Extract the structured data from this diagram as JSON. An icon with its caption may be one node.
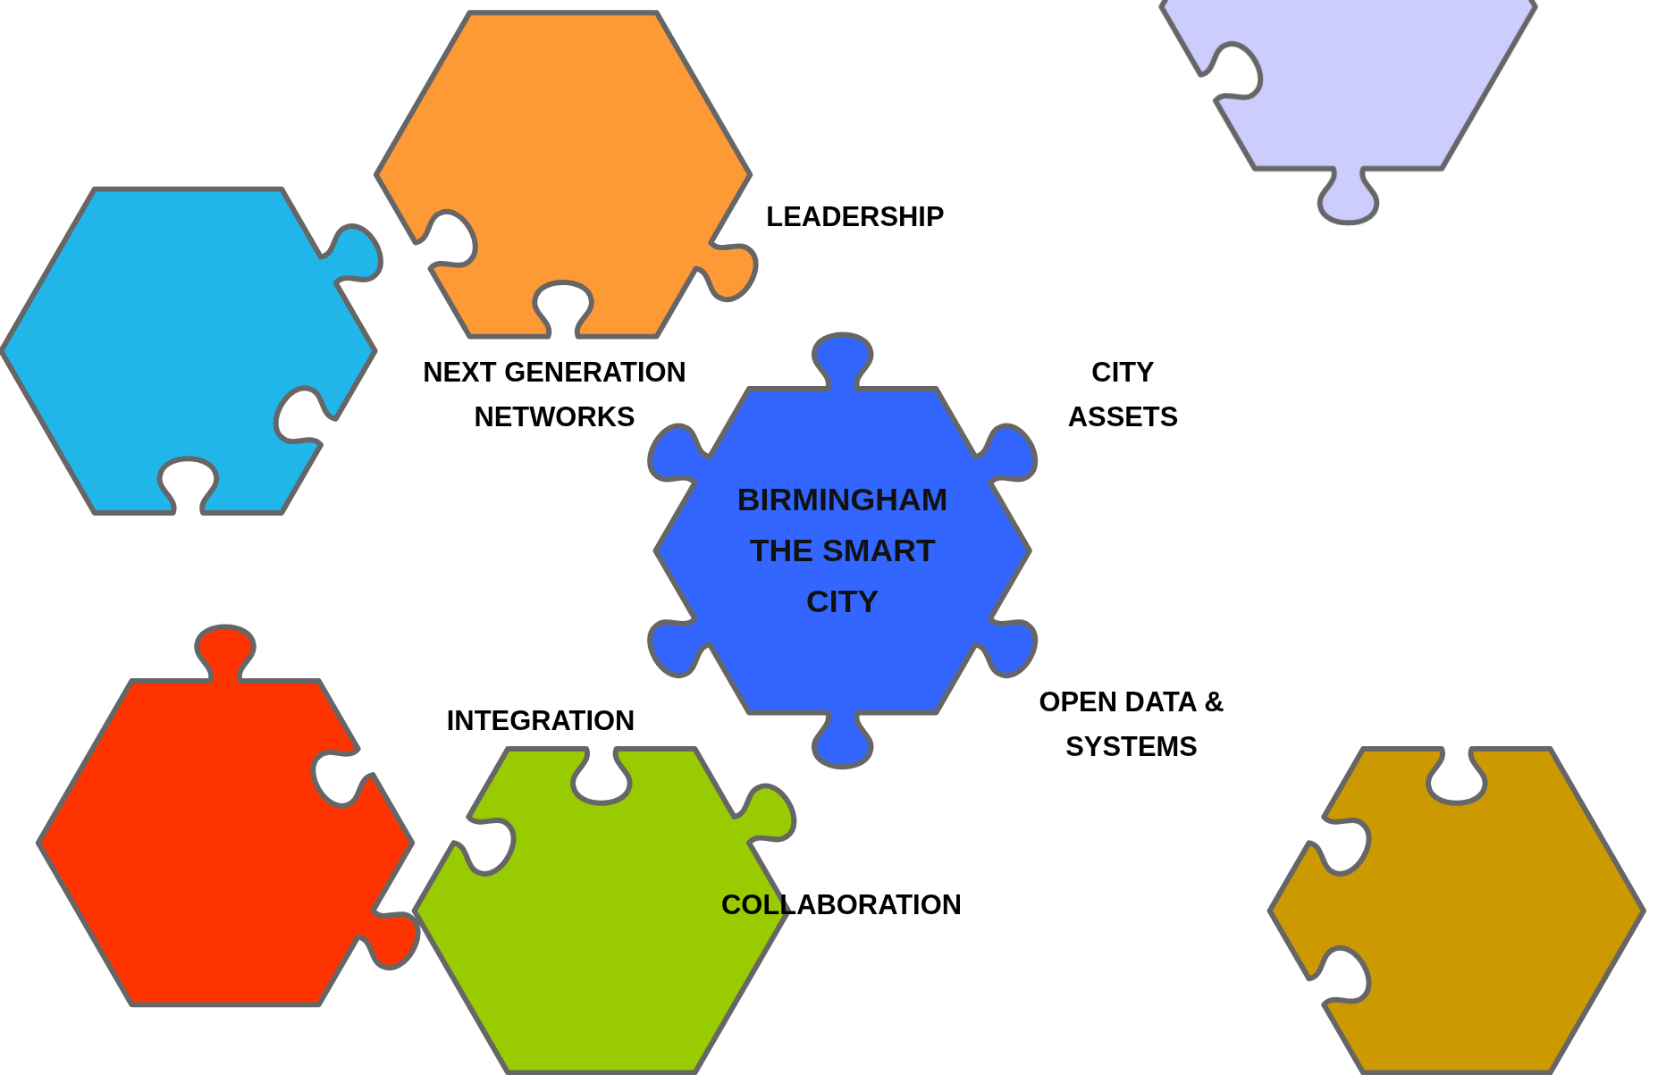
{
  "diagram": {
    "nodes": [
      {
        "text": [],
        "shape": "hexagon"
      },
      {
        "text": [],
        "shape": "hexagon"
      },
      {
        "text": [],
        "shape": "hexagon"
      },
      {
        "text": [
          "BIRMINGHAM THE SMART CITY"
        ]
      },
      {
        "text": [],
        "shape": "hexagon"
      },
      {
        "text": [],
        "shape": "hexagon"
      },
      {
        "text": [],
        "shape": "hexagon"
      }
    ],
    "edges": [],
    "labels": [
      "LEADERSHIP",
      "NEXT GENERATION NETWORKS",
      "CITY ASSETS",
      "OPEN DATA & SYSTEMS",
      "INTEGRATION",
      "COLLABORATION"
    ]
  }
}
